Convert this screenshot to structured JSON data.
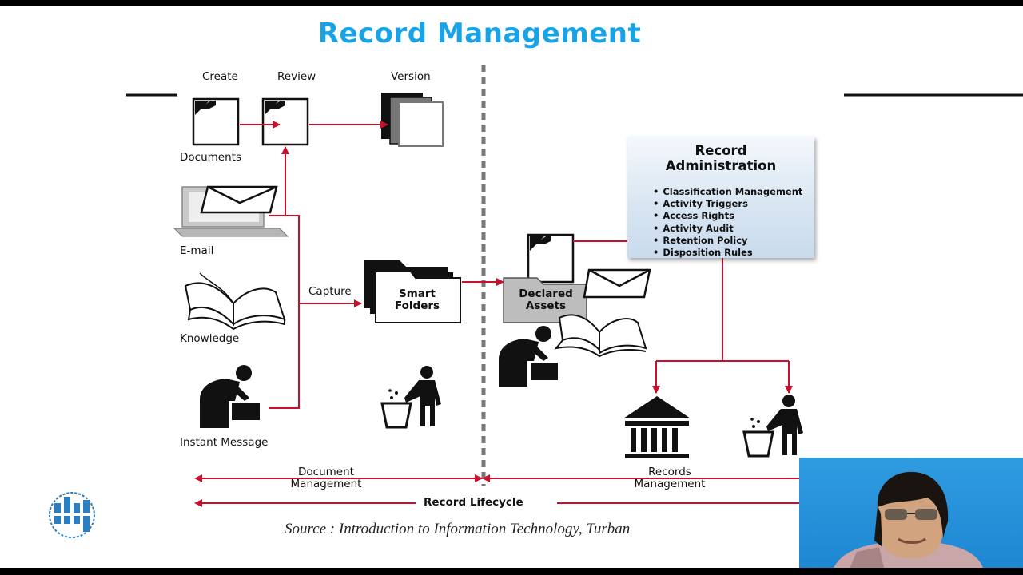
{
  "slide": {
    "title": "Record Management",
    "source": "Source : Introduction to Information Technology, Turban"
  },
  "left": {
    "create": "Create",
    "review": "Review",
    "version": "Version",
    "documents": "Documents",
    "email": "E-mail",
    "knowledge": "Knowledge",
    "instant_message": "Instant Message",
    "capture": "Capture",
    "smart_folders_line1": "Smart",
    "smart_folders_line2": "Folders"
  },
  "right": {
    "declared_line1": "Declared",
    "declared_line2": "Assets",
    "admin_title_line1": "Record",
    "admin_title_line2": "Administration",
    "admin_items": [
      "Classification Management",
      "Activity Triggers",
      "Access Rights",
      "Activity Audit",
      "Retention Policy",
      "Disposition Rules"
    ]
  },
  "bottom": {
    "doc_mgmt_line1": "Document",
    "doc_mgmt_line2": "Management",
    "rec_mgmt_line1": "Records",
    "rec_mgmt_line2": "Management",
    "lifecycle": "Record Lifecycle"
  },
  "colors": {
    "title": "#19a3e6",
    "arrow": "#c8102e",
    "divider": "#777777",
    "webcam_bg": "#1d86d2"
  },
  "icons": [
    "document-icon",
    "laptop-email-icon",
    "open-book-icon",
    "person-depositing-icon",
    "trash-person-icon",
    "folder-icon",
    "building-archive-icon",
    "logo-icon"
  ]
}
